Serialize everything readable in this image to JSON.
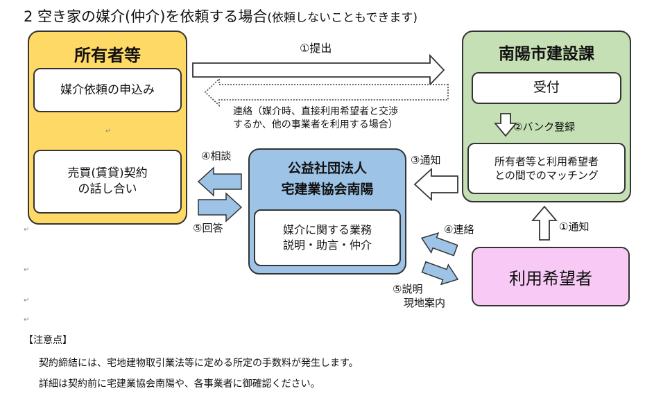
{
  "title": {
    "main": "2 空き家の媒介(仲介)を依頼する場合",
    "sub": "(依頼しないこともできます)"
  },
  "owner": {
    "heading": "所有者等",
    "request": "媒介依頼の申込み",
    "negotiation_line1": "売買(賃貸)契約",
    "negotiation_line2": "の話し合い"
  },
  "city": {
    "heading": "南陽市建設課",
    "reception": "受付",
    "matching_line1": "所有者等と利用希望者",
    "matching_line2": "との間でのマッチング"
  },
  "association": {
    "heading_line1": "公益社団法人",
    "heading_line2": "宅建業協会南陽",
    "duties_line1": "媒介に関する業務",
    "duties_line2": "説明・助言・仲介"
  },
  "applicant": {
    "label": "利用希望者"
  },
  "flow_labels": {
    "submit": "①提出",
    "contact_line1": "連絡（媒介時、直接利用希望者と交渉",
    "contact_line2": "するか、他の事業者を利用する場合）",
    "bank_register": "②バンク登録",
    "notify_owner": "③通知",
    "consult": "④相談",
    "answer": "⑤回答",
    "contact_applicant": "④連絡",
    "explain_line1": "⑤説明",
    "explain_line2": "現地案内",
    "notify_applicant": "①通知"
  },
  "notes": {
    "heading": "【注意点】",
    "line1": "契約締結には、宅地建物取引業法等に定める所定の手数料が発生します。",
    "line2": "詳細は契約前に宅建業協会南陽や、各事業者に御確認ください。"
  },
  "colors": {
    "owner": "#FFD966",
    "city": "#C5E0B4",
    "association": "#9DC3E6",
    "applicant": "#F8C9F5",
    "arrow_blue": "#9DC3E6"
  },
  "icons": {
    "paragraph_mark": "↵"
  }
}
